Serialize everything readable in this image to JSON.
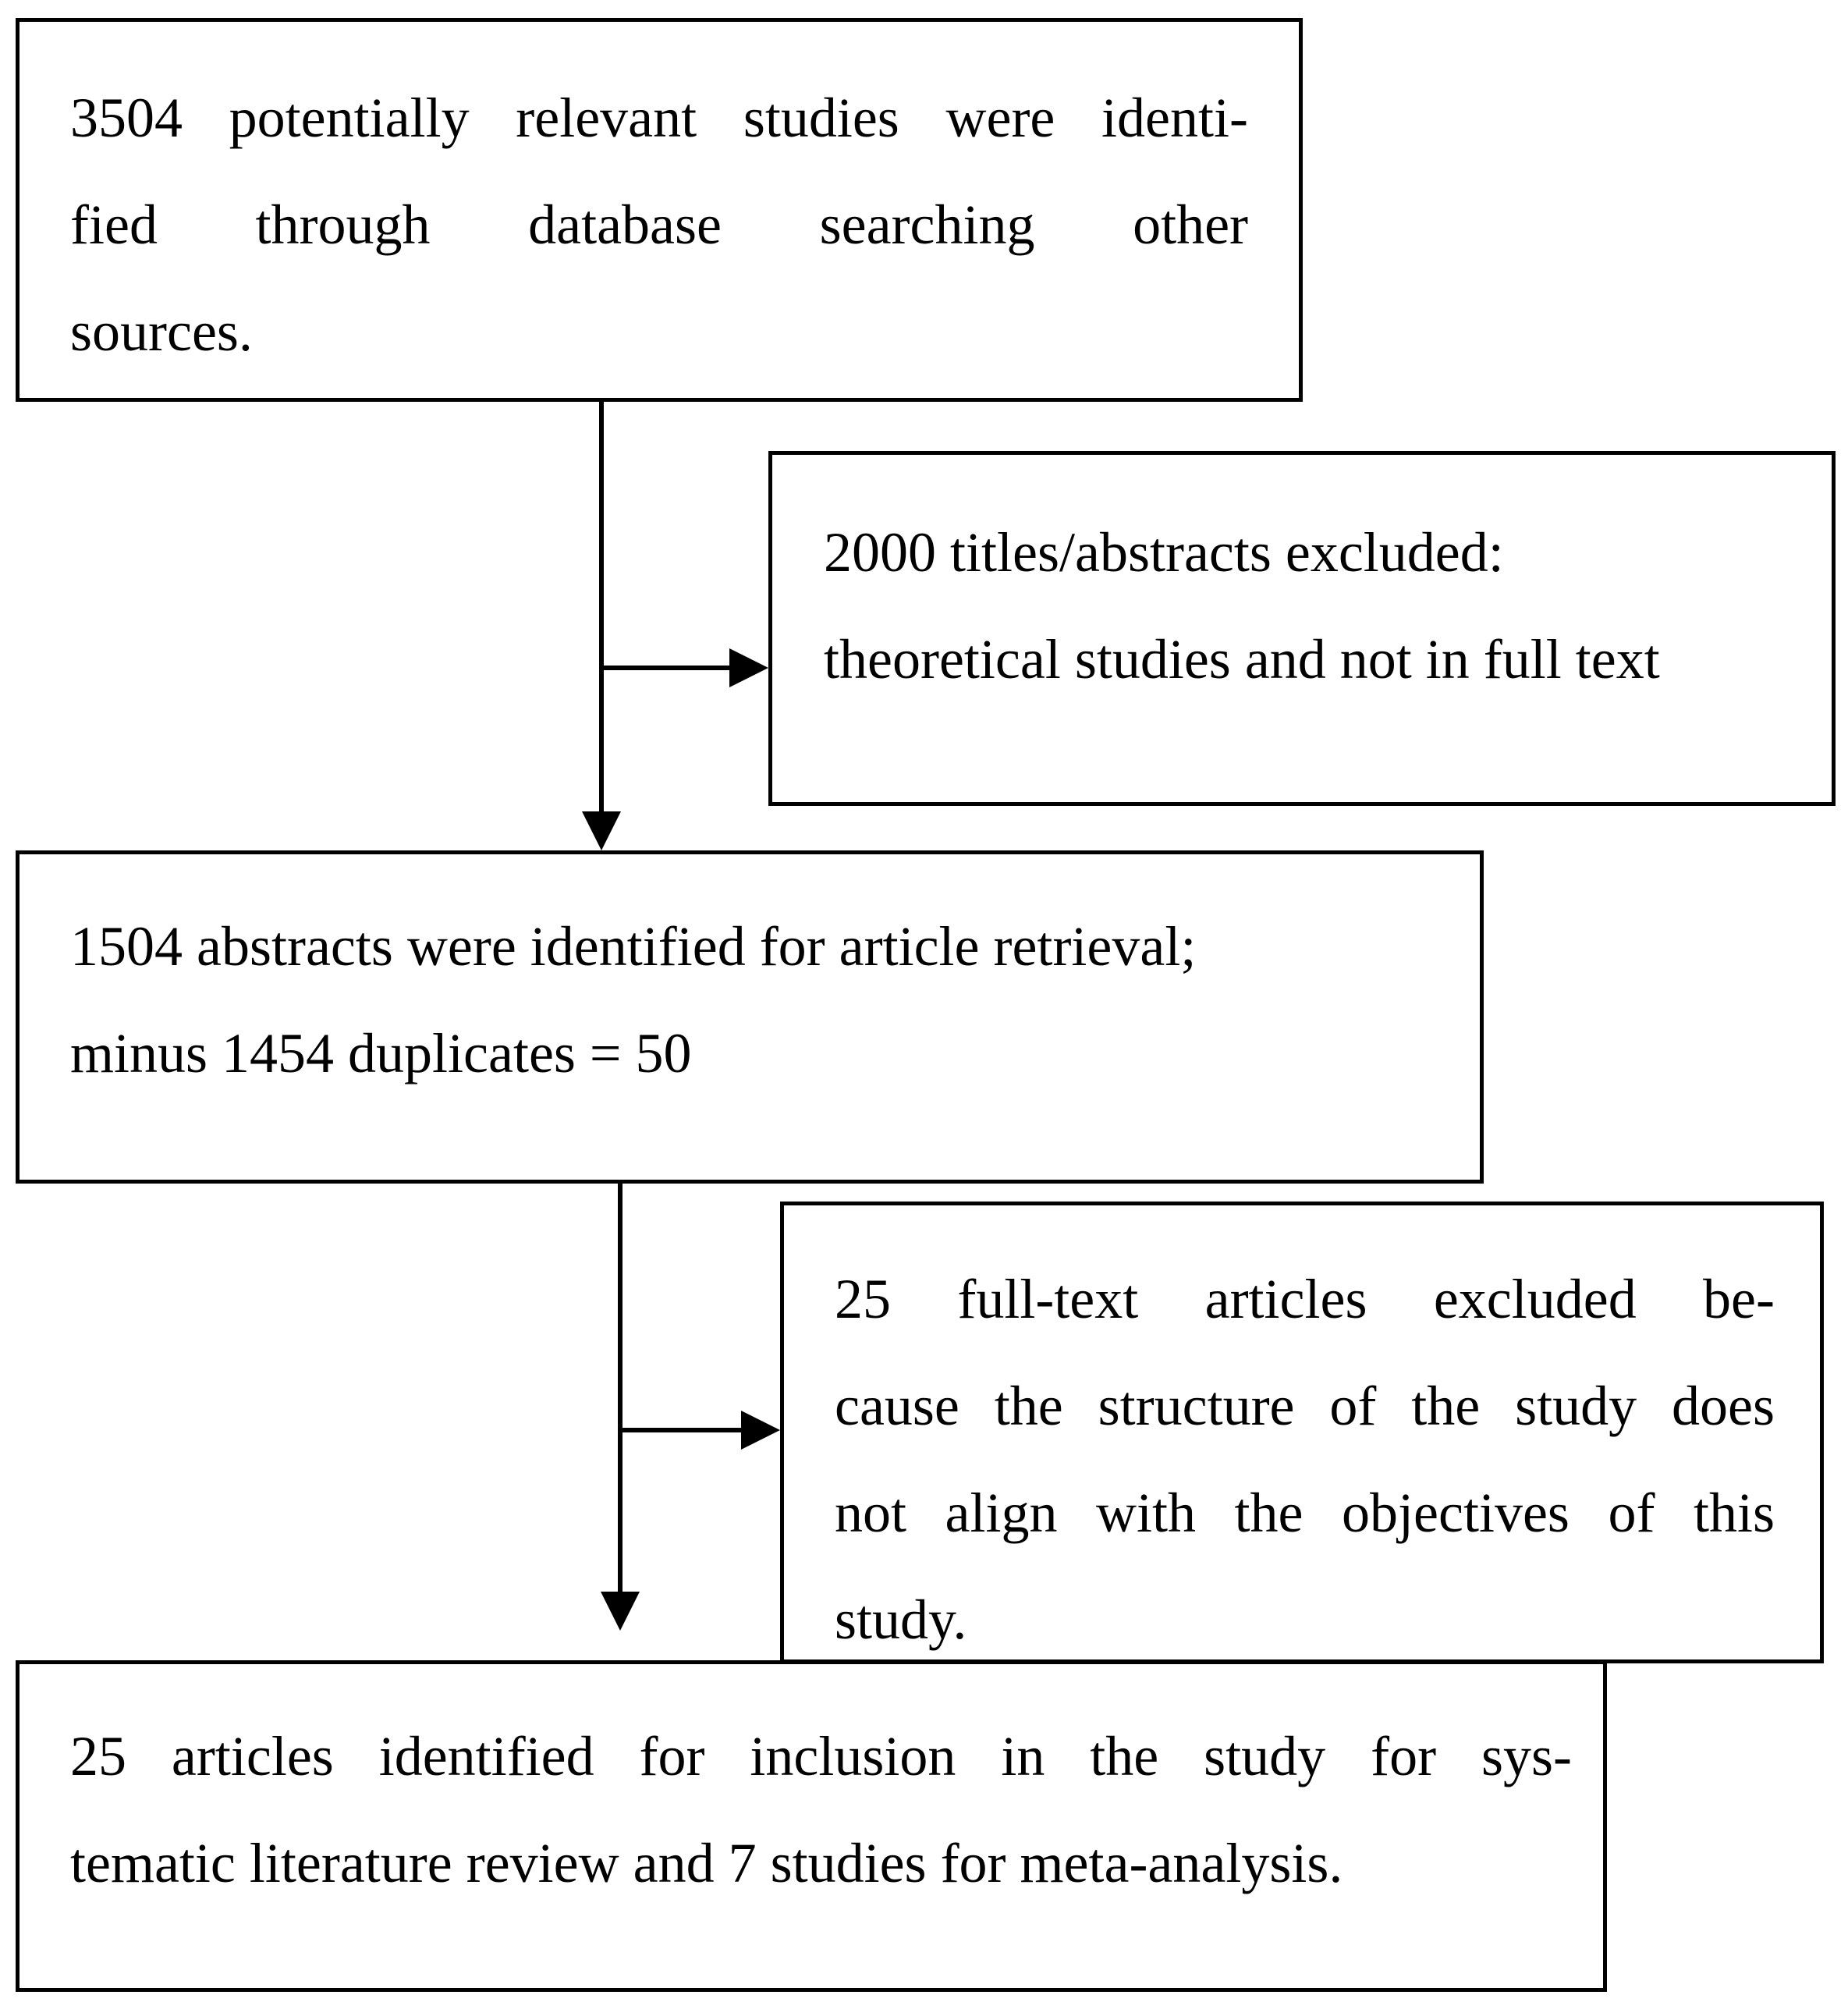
{
  "flow": {
    "box1": {
      "lines": [
        "3504 potentially relevant studies were identi-",
        "fied through database searching other",
        "sources."
      ]
    },
    "box2": {
      "lines": [
        "2000 titles/abstracts excluded:",
        "theoretical studies and not in full text"
      ]
    },
    "box3": {
      "lines": [
        "1504 abstracts were identified for article retrieval;",
        "minus 1454 duplicates = 50"
      ]
    },
    "box4": {
      "lines": [
        "25 full-text articles excluded be-",
        "cause the structure of the study does",
        "not align with the objectives of this",
        "study."
      ]
    },
    "box5": {
      "lines": [
        "25 articles identified for inclusion in the study for sys-",
        "tematic literature review and 7 studies for meta-analysis."
      ]
    }
  },
  "colors": {
    "stroke": "#000000",
    "background": "#ffffff"
  }
}
